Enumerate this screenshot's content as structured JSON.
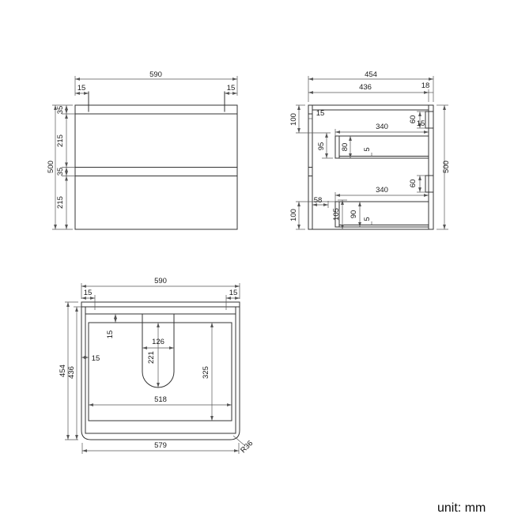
{
  "unit_label": "unit: mm",
  "front_view": {
    "width": "590",
    "inset_left": "15",
    "inset_right": "15",
    "height": "500",
    "seg_top": "35",
    "seg_drawer1": "215",
    "seg_gap": "35",
    "seg_drawer2": "215"
  },
  "side_view": {
    "depth_total": "454",
    "depth_body": "436",
    "back_offset": "18",
    "height": "500",
    "top_clearance": "100",
    "front_thickness": "15",
    "rail1_height": "60",
    "rail1_thickness": "15",
    "drawer1_depth": "340",
    "drawer1_front_height": "95",
    "drawer1_box_height": "80",
    "drawer1_base": "5",
    "rail2_height": "60",
    "drawer2_depth": "340",
    "gap": "58",
    "bottom_clearance": "100",
    "drawer2_front_height": "105",
    "drawer2_box_height": "90",
    "drawer2_base": "5"
  },
  "plan_view": {
    "width": "590",
    "inset_left": "15",
    "inset_right": "15",
    "depth_total": "454",
    "depth_body": "436",
    "rail_thickness": "15",
    "wall_thickness": "15",
    "cutout_width": "126",
    "cutout_depth": "221",
    "inner_depth": "325",
    "inner_width": "518",
    "front_width": "579",
    "corner_radius": "R36"
  }
}
